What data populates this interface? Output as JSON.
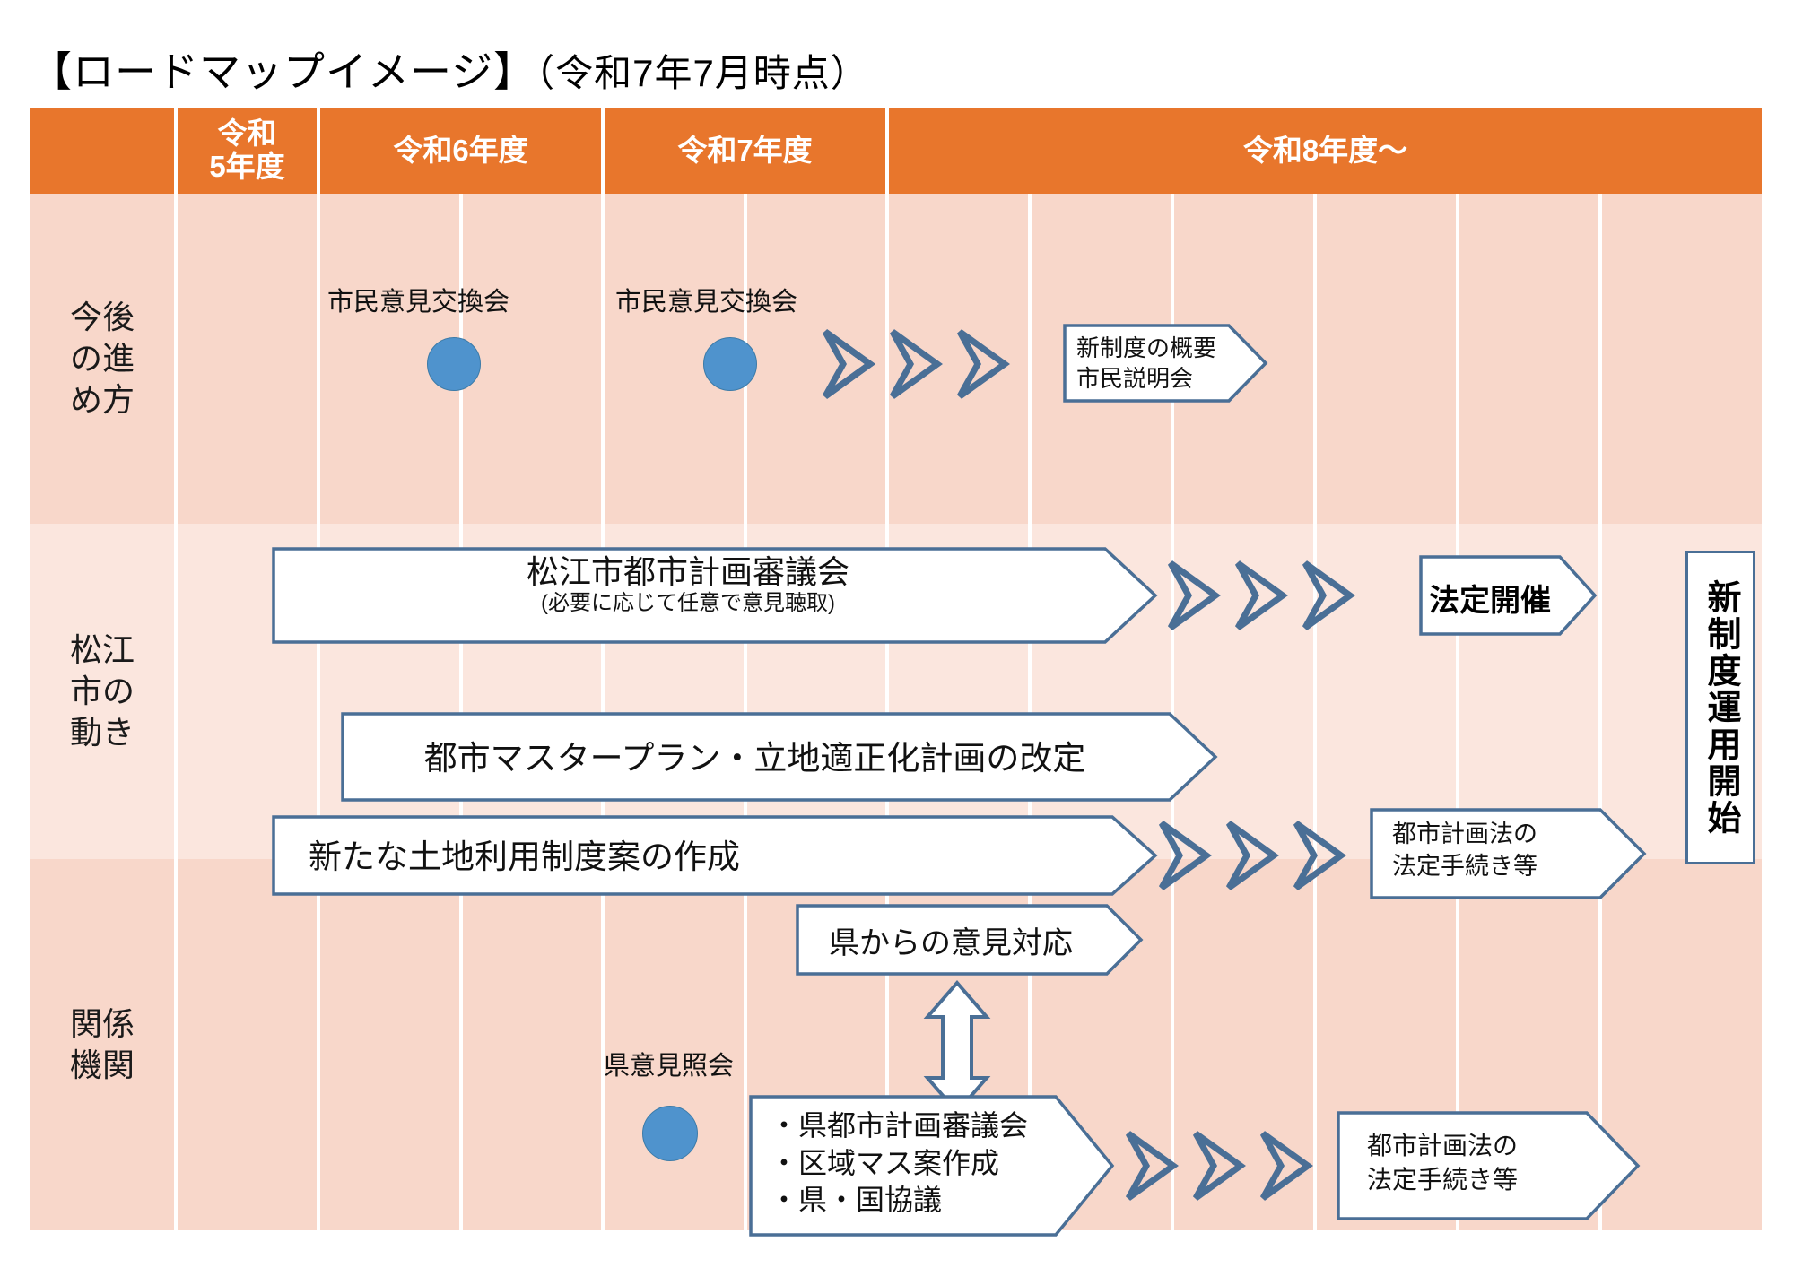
{
  "page": {
    "title_main": "【ロードマップイメージ】",
    "title_sub": "（令和7年7月時点）"
  },
  "colors": {
    "header_orange": "#e8762c",
    "band_dark": "#f8d7ca",
    "band_light": "#fbe6de",
    "shape_outline": "#4a6f96",
    "circle_blue": "#4f93cd",
    "grid_white": "#ffffff"
  },
  "header": {
    "columns": [
      {
        "label": "",
        "key": "rowlabel-col"
      },
      {
        "label": "令和\n5年度",
        "line1": "令和",
        "line2": "5年度"
      },
      {
        "label": "令和6年度"
      },
      {
        "label": "令和7年度"
      },
      {
        "label": "令和8年度〜"
      }
    ]
  },
  "rows": [
    {
      "key": "row-future-approach",
      "label_lines": [
        "今後",
        "の進",
        "め方"
      ]
    },
    {
      "key": "row-matsue-city",
      "label_lines": [
        "松江",
        "市の",
        "動き"
      ]
    },
    {
      "key": "row-related-orgs",
      "label_lines": [
        "関係",
        "機関"
      ]
    }
  ],
  "row1": {
    "citizen_meeting_1": "市民意見交換会",
    "citizen_meeting_2": "市民意見交換会",
    "new_system_briefing": {
      "line1": "新制度の概要",
      "line2": "市民説明会"
    },
    "council": {
      "line1": "松江市都市計画審議会",
      "line2": "(必要に応じて任意で意見聴取)"
    },
    "statutory": "法定開催"
  },
  "row2": {
    "master_plan": "都市マスタープラン・立地適正化計画の改定",
    "land_use_draft": "新たな土地利用制度案の作成",
    "legal_procedure": {
      "line1": "都市計画法の",
      "line2": "法定手続き等"
    },
    "prefecture_response": "県からの意見対応"
  },
  "row3": {
    "prefecture_inquiry": "県意見照会",
    "org_items": [
      "・県都市計画審議会",
      "・区域マス案作成",
      "・県・国協議"
    ],
    "legal_procedure": {
      "line1": "都市計画法の",
      "line2": "法定手続き等"
    }
  },
  "right_marker": {
    "label": "新制度運用開始"
  }
}
